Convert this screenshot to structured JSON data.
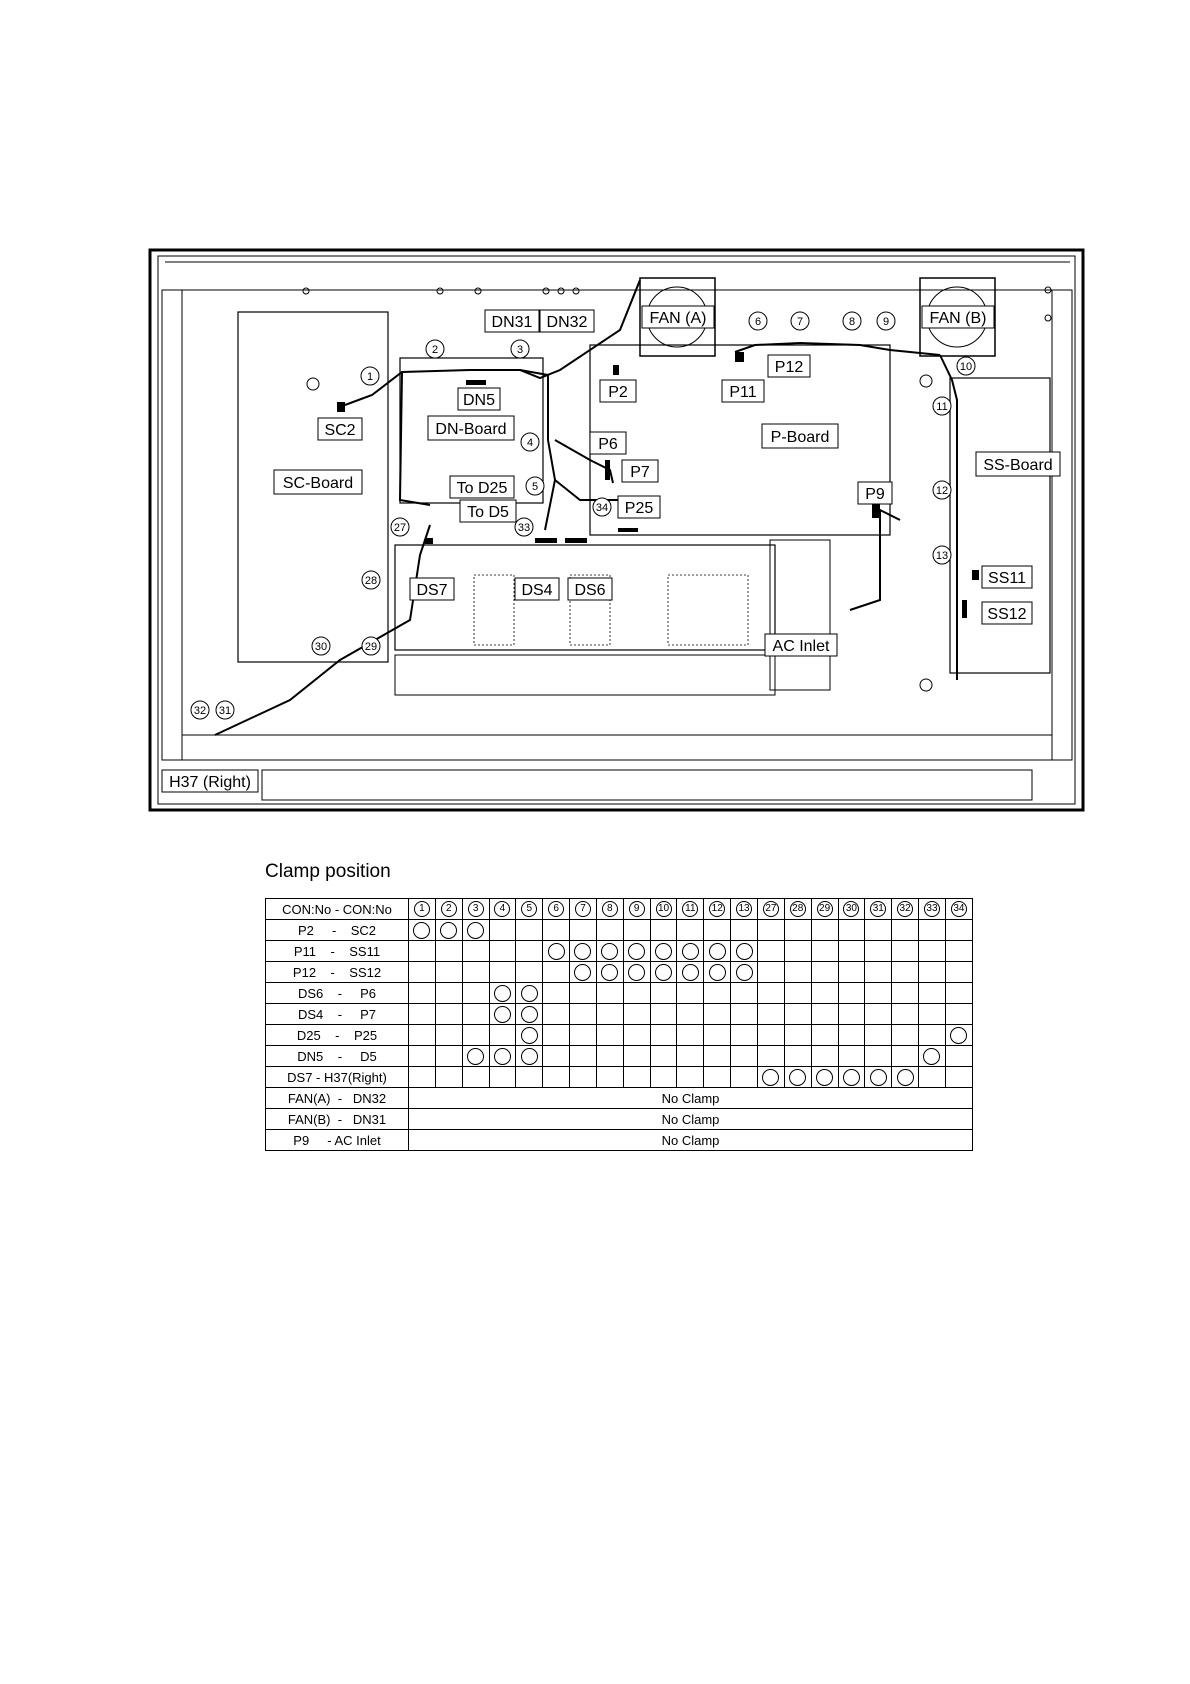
{
  "diagram": {
    "board_labels": [
      "SC-Board",
      "DN-Board",
      "P-Board",
      "SS-Board"
    ],
    "connector_labels": [
      "SC2",
      "DN31",
      "DN32",
      "DN5",
      "P2",
      "P6",
      "P7",
      "P9",
      "P11",
      "P12",
      "P25",
      "To D25",
      "To D5",
      "DS7",
      "DS4",
      "DS6",
      "SS11",
      "SS12",
      "AC Inlet",
      "H37 (Right)"
    ],
    "fan_labels": [
      "FAN (A)",
      "FAN (B)"
    ],
    "clamp_numbers": [
      "1",
      "2",
      "3",
      "4",
      "5",
      "6",
      "7",
      "8",
      "9",
      "10",
      "11",
      "12",
      "13",
      "27",
      "28",
      "29",
      "30",
      "31",
      "32",
      "33",
      "34"
    ]
  },
  "clamp_table": {
    "title": "Clamp position",
    "header_label": "CON:No - CON:No",
    "columns": [
      "1",
      "2",
      "3",
      "4",
      "5",
      "6",
      "7",
      "8",
      "9",
      "10",
      "11",
      "12",
      "13",
      "27",
      "28",
      "29",
      "30",
      "31",
      "32",
      "33",
      "34"
    ],
    "rows": [
      {
        "label": "P2     -    SC2",
        "marks": [
          "1",
          "2",
          "3"
        ]
      },
      {
        "label": "P11    -    SS11",
        "marks": [
          "6",
          "7",
          "8",
          "9",
          "10",
          "11",
          "12",
          "13"
        ]
      },
      {
        "label": "P12    -    SS12",
        "marks": [
          "7",
          "8",
          "9",
          "10",
          "11",
          "12",
          "13"
        ]
      },
      {
        "label": "DS6    -     P6",
        "marks": [
          "4",
          "5"
        ]
      },
      {
        "label": "DS4    -     P7",
        "marks": [
          "4",
          "5"
        ]
      },
      {
        "label": "D25    -    P25",
        "marks": [
          "5",
          "34"
        ]
      },
      {
        "label": "DN5    -     D5",
        "marks": [
          "3",
          "4",
          "5",
          "33"
        ]
      },
      {
        "label": "DS7 - H37(Right)",
        "marks": [
          "27",
          "28",
          "29",
          "30",
          "31",
          "32"
        ]
      },
      {
        "label": "FAN(A)  -   DN32",
        "note": "No Clamp"
      },
      {
        "label": "FAN(B)  -   DN31",
        "note": "No Clamp"
      },
      {
        "label": "P9     - AC Inlet",
        "note": "No Clamp"
      }
    ]
  }
}
